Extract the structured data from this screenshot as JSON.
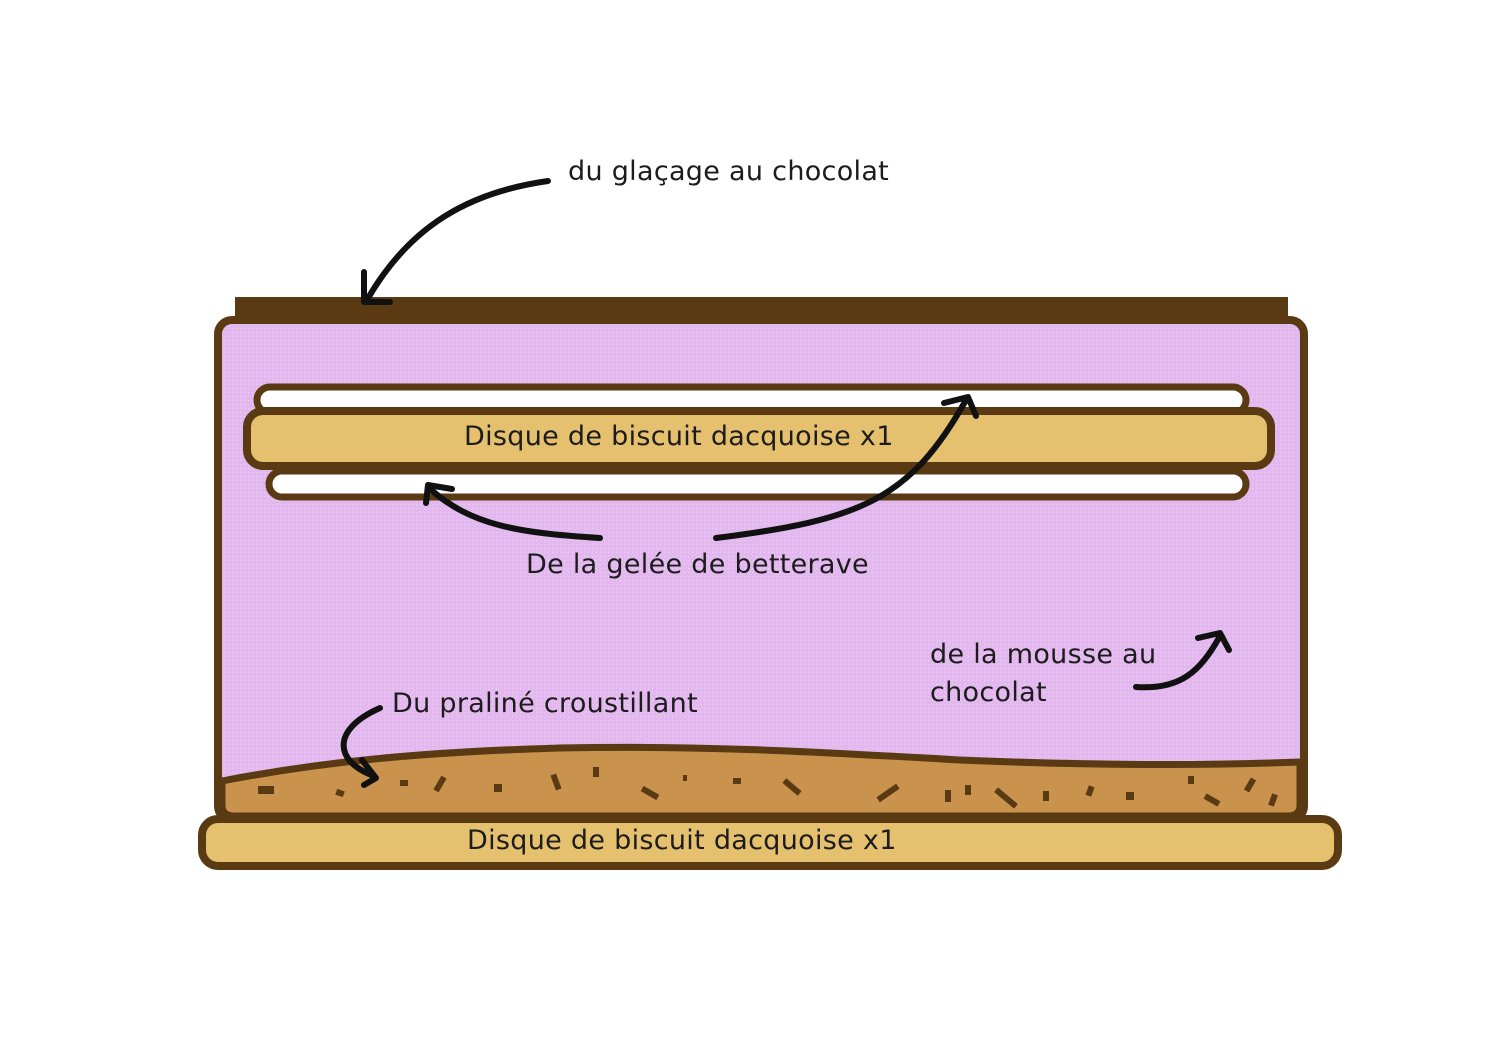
{
  "diagram": {
    "labels": {
      "glacage": "du glaçage au chocolat",
      "biscuit_top": "Disque de biscuit dacquoise x1",
      "gelee": "De la gelée de betterave",
      "mousse_line1": "de la mousse au",
      "mousse_line2": "chocolat",
      "praline": "Du praliné croustillant",
      "biscuit_bottom": "Disque de biscuit dacquoise x1"
    },
    "colors": {
      "outline": "#5a3a12",
      "glaze": "#5a3a12",
      "mousse": "#e2b8ee",
      "biscuit": "#e5c06e",
      "gelee": "#ffffff",
      "praline": "#c9934e",
      "praline_bits": "#5a3a12",
      "arrow": "#111111"
    }
  }
}
